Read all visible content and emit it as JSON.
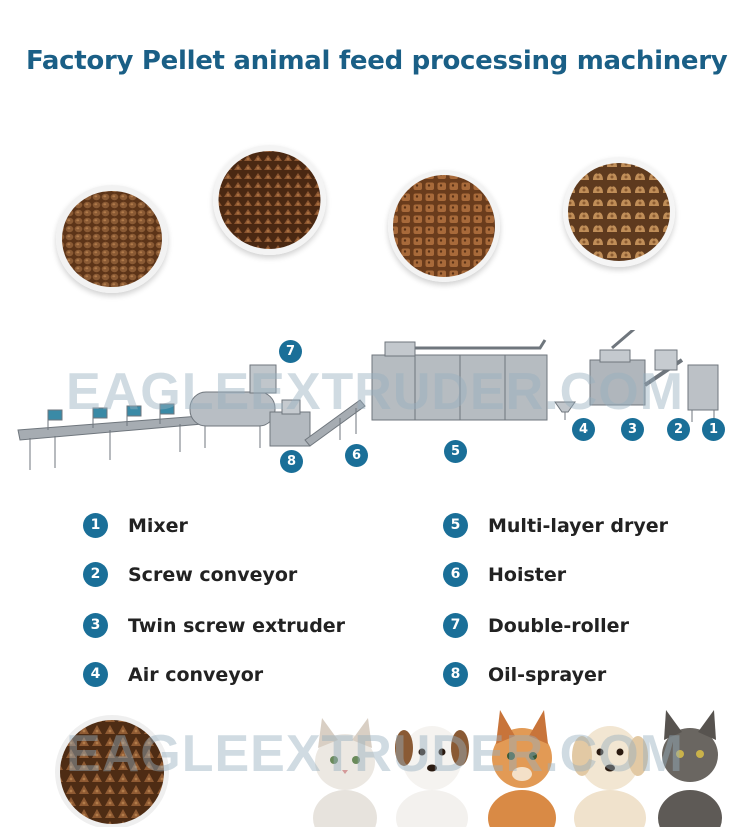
{
  "title": "Factory Pellet animal feed processing machinery",
  "watermark": "EAGLEEXTRUDER.COM",
  "machine_badges": [
    "7",
    "8",
    "6",
    "5",
    "4",
    "3",
    "2",
    "1"
  ],
  "legend": [
    {
      "num": "1",
      "label": "Mixer"
    },
    {
      "num": "2",
      "label": "Screw conveyor"
    },
    {
      "num": "3",
      "label": "Twin screw extruder"
    },
    {
      "num": "4",
      "label": "Air conveyor"
    },
    {
      "num": "5",
      "label": "Multi-layer dryer"
    },
    {
      "num": "6",
      "label": "Hoister"
    },
    {
      "num": "7",
      "label": "Double-roller"
    },
    {
      "num": "8",
      "label": "Oil-sprayer"
    }
  ],
  "colors": {
    "title": "#1a5f86",
    "badge": "#1a6f98",
    "label": "#222222",
    "steel": "#9aa0a6",
    "pellet": "#7a4a2a"
  },
  "icons": [
    "pellet-bowl-icon",
    "machine-line-icon",
    "cat-icon",
    "puppy-icon"
  ]
}
